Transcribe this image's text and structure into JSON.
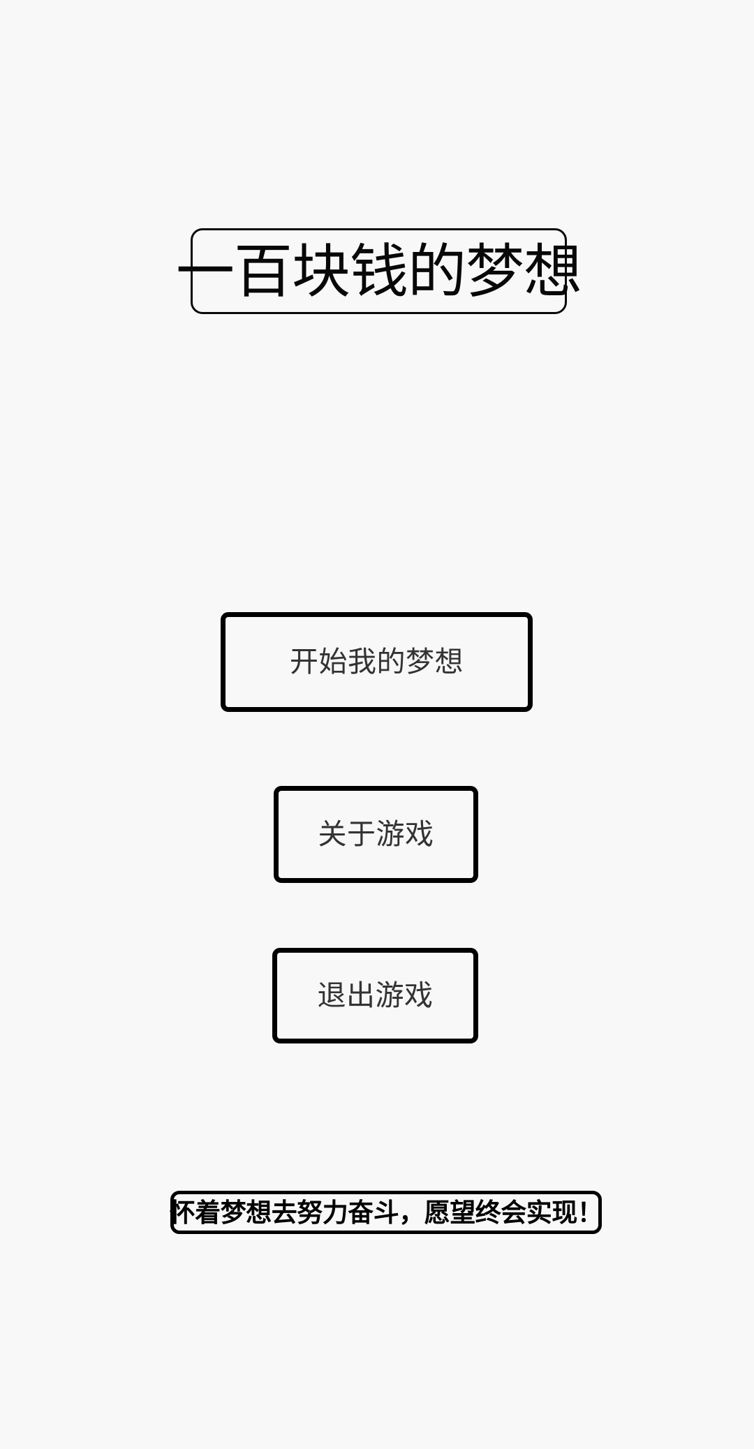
{
  "app": {
    "background_color": "#f8f8f8",
    "screen_name": "main-menu"
  },
  "title": {
    "text": "一百块钱的梦想",
    "color": "#080808",
    "border_color": "#0a0a0a"
  },
  "menu": {
    "buttons": [
      {
        "id": "start",
        "label": "开始我的梦想",
        "text_color": "#333333",
        "border_color": "#000000"
      },
      {
        "id": "about",
        "label": "关于游戏",
        "text_color": "#333333",
        "border_color": "#000000"
      },
      {
        "id": "quit",
        "label": "退出游戏",
        "text_color": "#333333",
        "border_color": "#000000"
      }
    ]
  },
  "footer": {
    "tagline": "怀着梦想去努力奋斗，愿望终会实现！",
    "color": "#000000",
    "border_color": "#000000"
  }
}
